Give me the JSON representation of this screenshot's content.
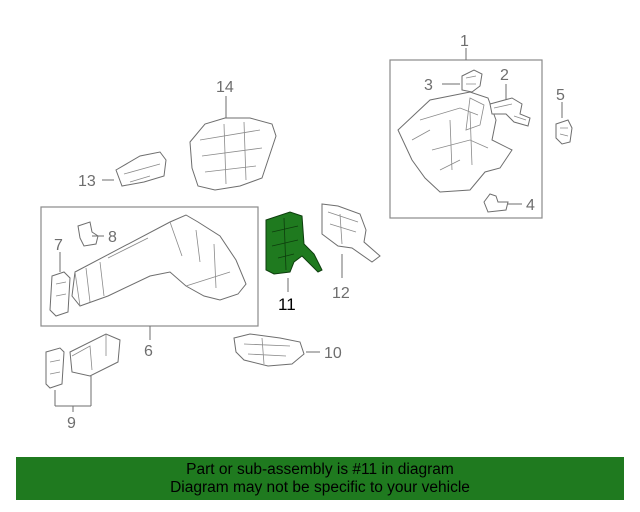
{
  "colors": {
    "highlight": "#1f7a1f",
    "banner_bg": "#1f7a1f",
    "line": "#6e6e6e"
  },
  "diagram": {
    "highlighted_part": "11",
    "callouts": {
      "c1": "1",
      "c2": "2",
      "c3": "3",
      "c4": "4",
      "c5": "5",
      "c6": "6",
      "c7": "7",
      "c8": "8",
      "c9": "9",
      "c10": "10",
      "c11": "11",
      "c12": "12",
      "c13": "13",
      "c14": "14"
    }
  },
  "banner": {
    "line1": "Part or sub-assembly is #11 in diagram",
    "line2": "Diagram may not be specific to your vehicle"
  }
}
